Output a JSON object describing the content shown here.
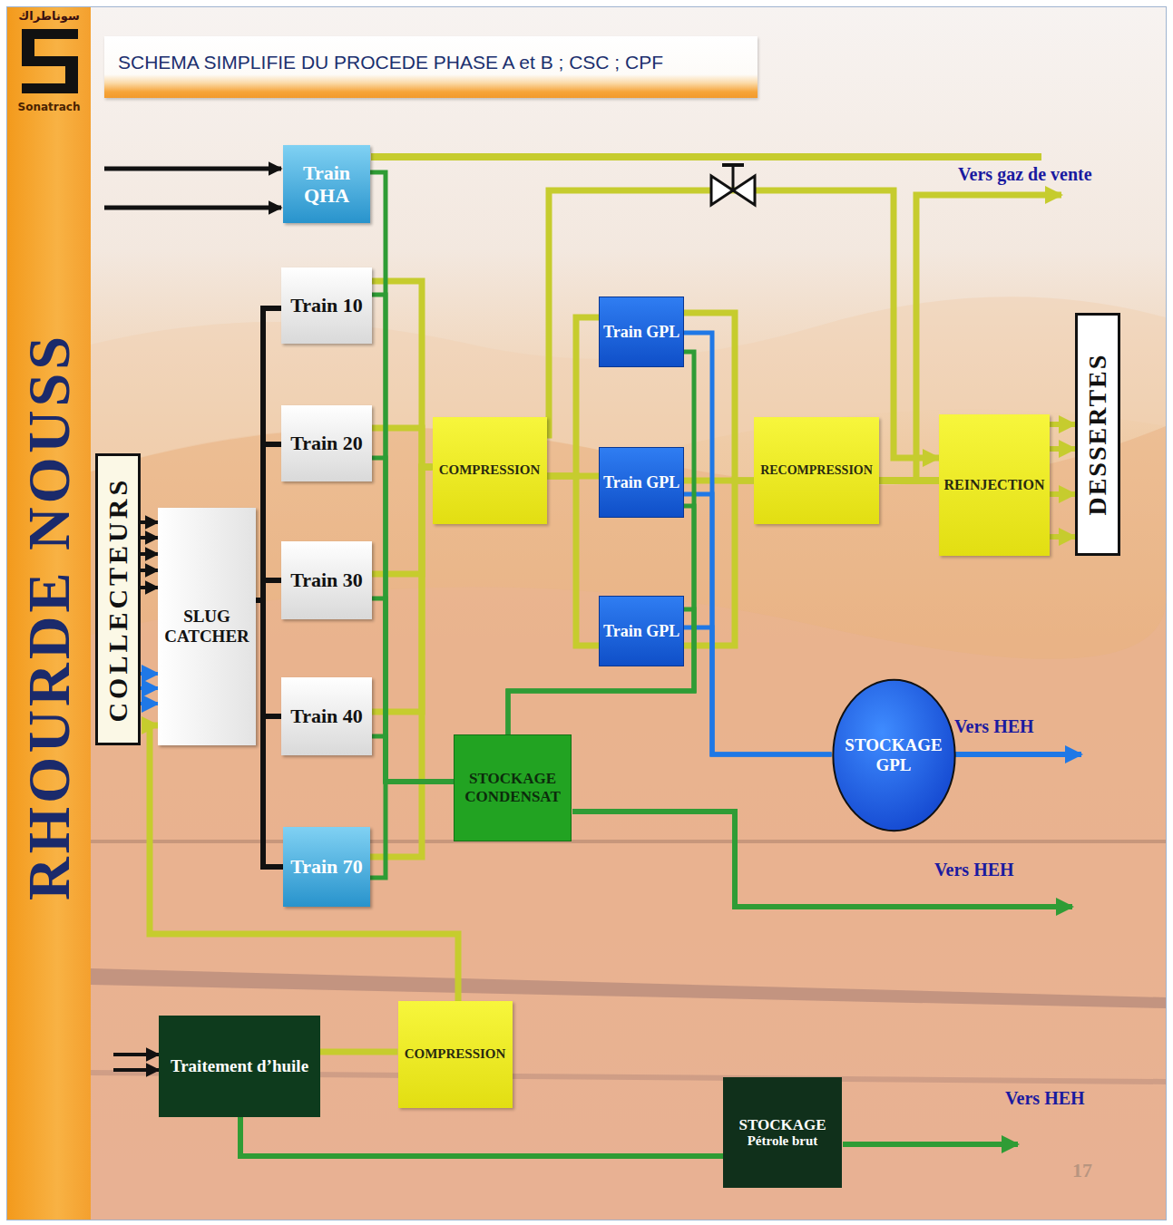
{
  "diagram": {
    "title": "SCHEMA SIMPLIFIE DU PROCEDE PHASE A et B ; CSC ; CPF",
    "nodes": [
      {
        "text": [
          "COLLECTEURS"
        ]
      },
      {
        "text": [
          "SLUG CATCHER"
        ]
      },
      {
        "text": [
          "Train QHA"
        ]
      },
      {
        "text": [
          "Train 10"
        ]
      },
      {
        "text": [
          "Train 20"
        ]
      },
      {
        "text": [
          "Train 30"
        ]
      },
      {
        "text": [
          "Train 40"
        ]
      },
      {
        "text": [
          "Train 70"
        ]
      },
      {
        "text": [
          "COMPRESSION"
        ]
      },
      {
        "text": [
          "Train GPL"
        ]
      },
      {
        "text": [
          "Train GPL"
        ]
      },
      {
        "text": [
          "Train GPL"
        ]
      },
      {
        "text": [
          "RECOMPRESSION"
        ]
      },
      {
        "text": [
          "REINJECTION"
        ]
      },
      {
        "text": [
          "DESSERTES"
        ]
      },
      {
        "text": [
          "STOCKAGE GPL"
        ]
      },
      {
        "text": [
          "STOCKAGE CONDENSAT"
        ]
      },
      {
        "text": [
          "Traitement d’huile"
        ]
      },
      {
        "text": [
          "COMPRESSION"
        ]
      },
      {
        "text": [
          "STOCKAGE",
          "Pétrole brut"
        ]
      }
    ],
    "edges": [
      {
        "from": 0,
        "to": 1,
        "arrow": "to"
      },
      {
        "from": 1,
        "to": 3,
        "arrow": "none"
      },
      {
        "from": 1,
        "to": 4,
        "arrow": "none"
      },
      {
        "from": 1,
        "to": 5,
        "arrow": "none"
      },
      {
        "from": 1,
        "to": 6,
        "arrow": "none"
      },
      {
        "from": 1,
        "to": 7,
        "arrow": "none"
      },
      {
        "from": 3,
        "to": 8,
        "arrow": "none"
      },
      {
        "from": 4,
        "to": 8,
        "arrow": "none"
      },
      {
        "from": 5,
        "to": 8,
        "arrow": "none"
      },
      {
        "from": 6,
        "to": 8,
        "arrow": "none"
      },
      {
        "from": 7,
        "to": 8,
        "arrow": "none"
      },
      {
        "from": 2,
        "to": 16,
        "arrow": "none"
      },
      {
        "from": 3,
        "to": 16,
        "arrow": "none"
      },
      {
        "from": 4,
        "to": 16,
        "arrow": "none"
      },
      {
        "from": 5,
        "to": 16,
        "arrow": "none"
      },
      {
        "from": 6,
        "to": 16,
        "arrow": "none"
      },
      {
        "from": 7,
        "to": 16,
        "arrow": "none"
      },
      {
        "from": 8,
        "to": 9,
        "arrow": "none"
      },
      {
        "from": 8,
        "to": 10,
        "arrow": "none"
      },
      {
        "from": 8,
        "to": 11,
        "arrow": "none"
      },
      {
        "from": 9,
        "to": 12,
        "arrow": "none"
      },
      {
        "from": 10,
        "to": 12,
        "arrow": "none"
      },
      {
        "from": 11,
        "to": 12,
        "arrow": "none"
      },
      {
        "from": 9,
        "to": 15,
        "arrow": "none"
      },
      {
        "from": 10,
        "to": 15,
        "arrow": "none"
      },
      {
        "from": 11,
        "to": 15,
        "arrow": "none"
      },
      {
        "from": 9,
        "to": 16,
        "arrow": "none"
      },
      {
        "from": 10,
        "to": 16,
        "arrow": "none"
      },
      {
        "from": 11,
        "to": 16,
        "arrow": "none"
      },
      {
        "from": 8,
        "to": 13,
        "arrow": "to"
      },
      {
        "from": 12,
        "to": 13,
        "arrow": "none"
      },
      {
        "from": 13,
        "to": 14,
        "arrow": "to"
      },
      {
        "from": 17,
        "to": 18,
        "arrow": "none"
      },
      {
        "from": 18,
        "to": 1,
        "arrow": "to"
      },
      {
        "from": 17,
        "to": 19,
        "arrow": "none"
      }
    ],
    "labels": [
      "سوناطراك",
      "Sonatrach",
      "RHOURDE NOUSS",
      "Vers gaz de vente",
      "Vers HEH",
      "Vers HEH",
      "Vers HEH",
      "17"
    ]
  }
}
